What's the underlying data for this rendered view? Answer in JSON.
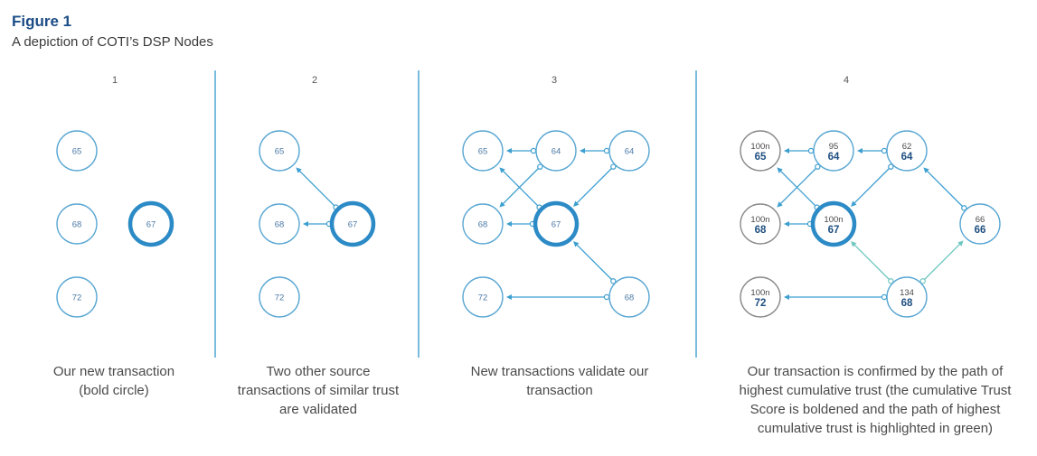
{
  "figure": {
    "title": "Figure 1",
    "subtitle": "A depiction of COTI’s DSP Nodes"
  },
  "colors": {
    "node_stroke": "#5aa7d3",
    "node_text": "#4c7aa6",
    "bold_stroke": "#2c8bc6",
    "arrow": "#3d9fd0",
    "green_path": "#6ec7c0",
    "gray_stroke": "#8a8a8a",
    "divider": "#4ea5d4",
    "bold_text": "#1f4f80"
  },
  "panels": [
    {
      "number": "1",
      "caption": [
        "Our new transaction",
        "(bold circle)"
      ],
      "nodes": [
        {
          "id": "n1",
          "label": "65"
        },
        {
          "id": "n2",
          "label": "68"
        },
        {
          "id": "n3",
          "label": "72"
        },
        {
          "id": "n4",
          "label": "67",
          "bold": true
        }
      ],
      "edges": []
    },
    {
      "number": "2",
      "caption": [
        "Two other source",
        "transactions of similar trust",
        "are validated"
      ],
      "nodes": [
        {
          "id": "n1",
          "label": "65"
        },
        {
          "id": "n2",
          "label": "68"
        },
        {
          "id": "n3",
          "label": "72"
        },
        {
          "id": "n4",
          "label": "67",
          "bold": true
        }
      ],
      "edges": [
        {
          "from": "n4",
          "to": "n1"
        },
        {
          "from": "n4",
          "to": "n2"
        }
      ]
    },
    {
      "number": "3",
      "caption": [
        "New transactions validate our",
        "transaction"
      ],
      "nodes": [
        {
          "id": "a",
          "label": "65"
        },
        {
          "id": "b",
          "label": "64"
        },
        {
          "id": "c",
          "label": "64"
        },
        {
          "id": "d",
          "label": "68"
        },
        {
          "id": "e",
          "label": "67",
          "bold": true
        },
        {
          "id": "f",
          "label": "72"
        },
        {
          "id": "g",
          "label": "68"
        }
      ],
      "edges": [
        {
          "from": "b",
          "to": "a"
        },
        {
          "from": "c",
          "to": "b"
        },
        {
          "from": "b",
          "to": "d"
        },
        {
          "from": "e",
          "to": "a"
        },
        {
          "from": "c",
          "to": "e"
        },
        {
          "from": "e",
          "to": "d"
        },
        {
          "from": "g",
          "to": "e"
        },
        {
          "from": "g",
          "to": "f"
        }
      ]
    },
    {
      "number": "4",
      "caption": [
        "Our transaction is confirmed by the path of",
        "highest cumulative trust (the cumulative Trust",
        "Score is boldened and the path of highest",
        "cumulative trust is highlighted in green)"
      ],
      "nodes": [
        {
          "id": "a",
          "top": "100n",
          "label": "65",
          "gray": true
        },
        {
          "id": "b",
          "top": "95",
          "label": "64"
        },
        {
          "id": "c",
          "top": "62",
          "label": "64"
        },
        {
          "id": "d",
          "top": "100n",
          "label": "68",
          "gray": true
        },
        {
          "id": "e",
          "top": "100n",
          "label": "67",
          "bold": true
        },
        {
          "id": "h",
          "top": "66",
          "label": "66"
        },
        {
          "id": "f",
          "top": "100n",
          "label": "72",
          "gray": true
        },
        {
          "id": "g",
          "top": "134",
          "label": "68"
        }
      ],
      "edges": [
        {
          "from": "b",
          "to": "a"
        },
        {
          "from": "c",
          "to": "b"
        },
        {
          "from": "b",
          "to": "d"
        },
        {
          "from": "e",
          "to": "a"
        },
        {
          "from": "c",
          "to": "e"
        },
        {
          "from": "e",
          "to": "d"
        },
        {
          "from": "h",
          "to": "c"
        },
        {
          "from": "g",
          "to": "e",
          "green": true
        },
        {
          "from": "g",
          "to": "h",
          "green": true
        },
        {
          "from": "g",
          "to": "f"
        }
      ]
    }
  ]
}
